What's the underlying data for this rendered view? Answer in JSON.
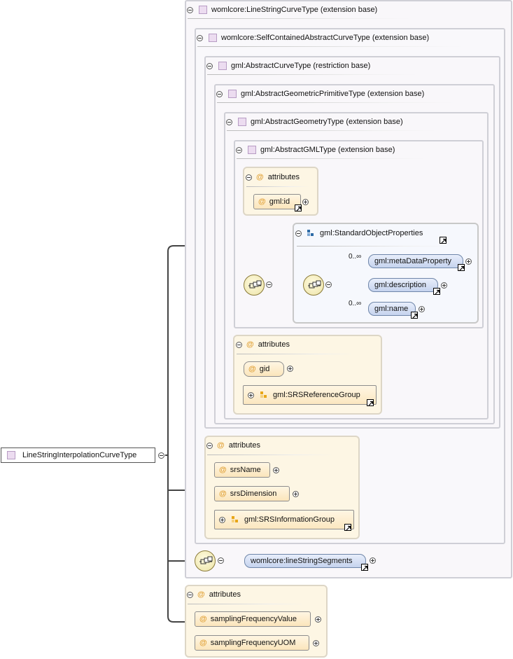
{
  "root": {
    "label": "LineStringInterpolationCurveType"
  },
  "types": {
    "t1": "womlcore:LineStringCurveType (extension base)",
    "t2": "womlcore:SelfContainedAbstractCurveType (extension base)",
    "t3": "gml:AbstractCurveType (restriction base)",
    "t4": "gml:AbstractGeometricPrimitiveType (extension base)",
    "t5": "gml:AbstractGeometryType (extension base)",
    "t6": "gml:AbstractGMLType (extension base)"
  },
  "attr_title": "attributes",
  "attr_icon": "@",
  "gml_attrs": {
    "id": "gml:id"
  },
  "std_group": {
    "title": "gml:StandardObjectProperties",
    "meta": "gml:metaDataProperty",
    "meta_card": "0..∞",
    "description": "gml:description",
    "name": "gml:name",
    "name_card": "0..∞"
  },
  "geom_attrs": {
    "gid": "gid",
    "srs_group": "gml:SRSReferenceGroup"
  },
  "curve_attrs": {
    "srsName": "srsName",
    "srsDimension": "srsDimension",
    "srs_info": "gml:SRSInformationGroup"
  },
  "segments": {
    "label": "womlcore:lineStringSegments"
  },
  "bottom_attrs": {
    "freq_value": "samplingFrequencyValue",
    "freq_uom": "samplingFrequencyUOM"
  },
  "colors": {
    "type_square": "#ecdcf0",
    "attribute_fill": "#fdf6e4",
    "element_fill": "#c5d3ee",
    "at_sign": "#e1a238"
  }
}
